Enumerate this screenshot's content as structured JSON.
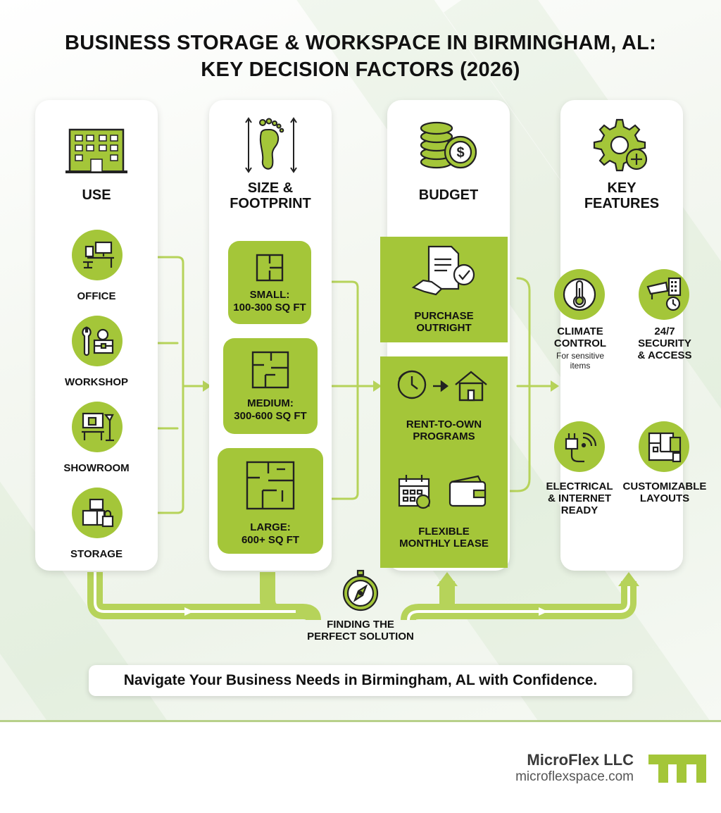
{
  "title": {
    "line1": "BUSINESS STORAGE & WORKSPACE IN BIRMINGHAM, AL:",
    "line2": "KEY DECISION FACTORS (2026)"
  },
  "columns": {
    "use": {
      "heading": "USE",
      "icon": "office-building-icon",
      "items": [
        {
          "label": "OFFICE",
          "icon": "office-desk-icon"
        },
        {
          "label": "WORKSHOP",
          "icon": "wrench-toolbox-icon"
        },
        {
          "label": "SHOWROOM",
          "icon": "showroom-display-icon"
        },
        {
          "label": "STORAGE",
          "icon": "storage-boxes-lock-icon"
        }
      ]
    },
    "size": {
      "heading_line1": "SIZE &",
      "heading_line2": "FOOTPRINT",
      "icon": "footprint-icon",
      "items": [
        {
          "line1": "SMALL:",
          "line2": "100-300 SQ FT",
          "icon": "small-floorplan-icon"
        },
        {
          "line1": "MEDIUM:",
          "line2": "300-600 SQ FT",
          "icon": "medium-floorplan-icon"
        },
        {
          "line1": "LARGE:",
          "line2": "600+ SQ FT",
          "icon": "large-floorplan-icon"
        }
      ]
    },
    "budget": {
      "heading": "BUDGET",
      "icon": "coins-dollar-icon",
      "items": [
        {
          "line1": "PURCHASE",
          "line2": "OUTRIGHT",
          "icon": "contract-handshake-icon"
        },
        {
          "line1": "RENT-TO-OWN",
          "line2": "PROGRAMS",
          "icon": "clock-to-house-icon"
        },
        {
          "line1": "FLEXIBLE",
          "line2": "MONTHLY LEASE",
          "icon": "calendar-wallet-icon"
        }
      ]
    },
    "features": {
      "heading_line1": "KEY",
      "heading_line2": "FEATURES",
      "icon": "gear-plus-icon",
      "items": [
        {
          "line1": "CLIMATE",
          "line2": "CONTROL",
          "note_line1": "For sensitive",
          "note_line2": "items",
          "icon": "thermometer-icon"
        },
        {
          "line1": "24/7",
          "line2": "SECURITY",
          "line3": "& ACCESS",
          "icon": "security-camera-keypad-icon"
        },
        {
          "line1": "ELECTRICAL",
          "line2": "& INTERNET",
          "line3": "READY",
          "icon": "plug-wifi-icon"
        },
        {
          "line1": "CUSTOMIZABLE",
          "line2": "LAYOUTS",
          "icon": "layout-blueprint-icon"
        }
      ]
    }
  },
  "finding": {
    "line1": "FINDING THE",
    "line2": "PERFECT SOLUTION",
    "icon": "compass-icon"
  },
  "tagline": "Navigate Your Business Needs in Birmingham, AL with Confidence.",
  "brand": {
    "name": "MicroFlex LLC",
    "url": "microflexspace.com",
    "logo": "microflex-logo"
  },
  "colors": {
    "accent": "#a4c639",
    "dark": "#2b2b2b",
    "line": "#b6d35a"
  }
}
